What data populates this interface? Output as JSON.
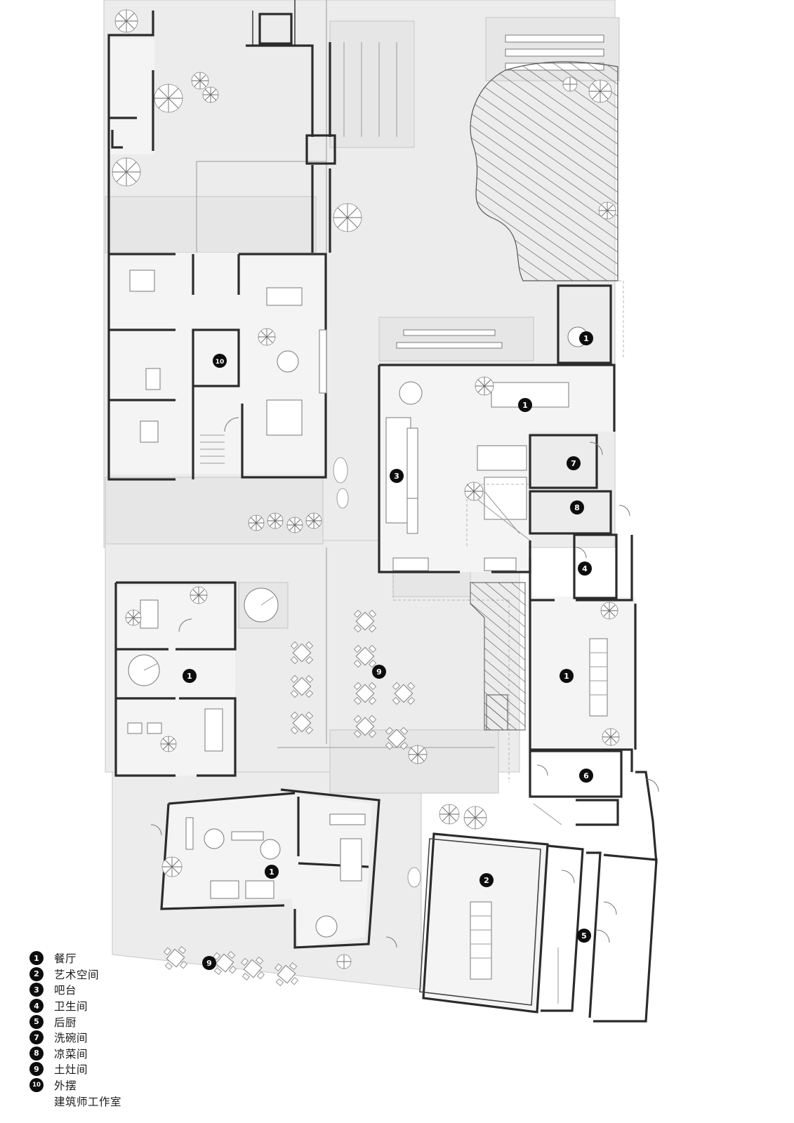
{
  "legend": [
    {
      "num": "1",
      "label": "餐厅"
    },
    {
      "num": "2",
      "label": "艺术空间"
    },
    {
      "num": "3",
      "label": "吧台"
    },
    {
      "num": "4",
      "label": "卫生间"
    },
    {
      "num": "5",
      "label": "后厨"
    },
    {
      "num": "7",
      "label": "洗碗间"
    },
    {
      "num": "8",
      "label": "凉菜间"
    },
    {
      "num": "9",
      "label": "土灶间"
    },
    {
      "num": "10",
      "label": "外摆"
    },
    {
      "num": "",
      "label": "建筑师工作室"
    }
  ],
  "plan_markers": [
    "1",
    "1",
    "3",
    "7",
    "8",
    "10",
    "4",
    "1",
    "1",
    "9",
    "6",
    "2",
    "1",
    "5",
    "9"
  ],
  "colors": {
    "wall": "#2b2b2b",
    "ground": "#ececec",
    "marker": "#0d0d0d"
  }
}
